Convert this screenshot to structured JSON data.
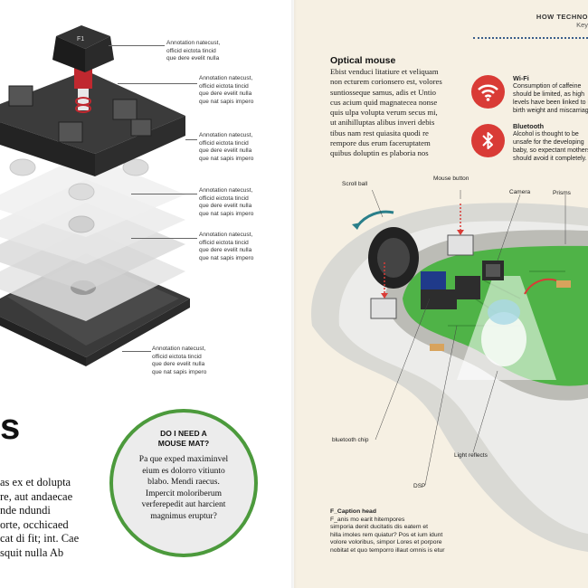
{
  "left": {
    "annotations": [
      {
        "lines": [
          "Annotation natecust,",
          "officid eictota tincid",
          "que dere evelit nulla"
        ]
      },
      {
        "lines": [
          "Annotation natecust,",
          "officid eictota tincid",
          "que dere evelit nulla",
          "que nat sapis impero"
        ]
      },
      {
        "lines": [
          "Annotation natecust,",
          "officid eictota tincid",
          "que dere evelit nulla",
          "que nat sapis impero"
        ]
      },
      {
        "lines": [
          "Annotation natecust,",
          "officid eictota tincid",
          "que dere evelit nulla",
          "que nat sapis impero"
        ]
      },
      {
        "lines": [
          "Annotation natecust,",
          "officid eictota tincid",
          "que dere evelit nulla",
          "que nat sapis impero"
        ]
      },
      {
        "lines": [
          "Annotation natecust,",
          "officid eictota tincid",
          "que dere evelit nulla",
          "que nat sapis impero"
        ]
      }
    ],
    "big_letter": "s",
    "body_lines": [
      "as ex et dolupta",
      "re, aut andaecae",
      "nde ndundi",
      "orte, occhicaed",
      "cat di fit; int. Cae",
      "squit nulla Ab"
    ],
    "mouse_mat": {
      "question": [
        "DO I NEED A",
        "MOUSE MAT?"
      ],
      "answer": [
        "Pa que exped maximinvel",
        "eium es dolorro vitiunto",
        "blabo. Mendi raecus.",
        "Impercit moloriberum",
        "verferepedit aut harcient",
        "magnimus eruptur?"
      ]
    }
  },
  "right": {
    "header": {
      "section": "HOW TECHNO",
      "subtitle": "Key"
    },
    "article": {
      "title": "Optical mouse",
      "body_lines": [
        "Ebist venduci litatiure et veliquam",
        "non ecturem corionsero est, volores",
        "suntiosseque samus, adis et Untio",
        "cus acium quid magnatecea nonse",
        "quis ulpa volupta verum secus mi,",
        "ut anihilluptas alibus inveri debis",
        "tibus nam rest quiasita quodi re",
        "rempore dus erum faceruptatem",
        "quibus doluptin es plaboria nos"
      ]
    },
    "icons": [
      {
        "icon": "wifi-icon",
        "title": "Wi-Fi",
        "lines": [
          "Consumption of caffeine",
          "should be limited, as high",
          "levels have been linked to lo",
          "birth weight and miscarriage"
        ]
      },
      {
        "icon": "bluetooth-icon",
        "title": "Bluetooth",
        "lines": [
          "Alcohol is thought to be",
          "unsafe for the developing",
          "baby, so expectant mothers",
          "should avoid it completely."
        ]
      }
    ],
    "labels": {
      "scroll_ball": "Scroll ball",
      "mouse_button": "Mouse button",
      "camera": "Camera",
      "prisms": "Prisms",
      "bluetooth_chip": "bluetooth chip",
      "light_reflects": "Light reflects",
      "dsp": "DSP"
    },
    "caption": {
      "head": "F_Caption head",
      "lines": [
        "F_anis mo earit hitempores",
        "simporia denit ducitatis dis eatem et",
        "hilla imoles rem quiatur? Pos et ium idunt",
        "volore voloribus, simpor Lores et porpore",
        "nobitat et quo temporro illaut omnis is etur"
      ]
    }
  },
  "colors": {
    "accent_red": "#d93b36",
    "accent_green": "#4c9a3c",
    "rule_blue": "#3a5d8a",
    "circuit_green": "#4fb347",
    "right_page_bg": "#f6f0e3"
  }
}
